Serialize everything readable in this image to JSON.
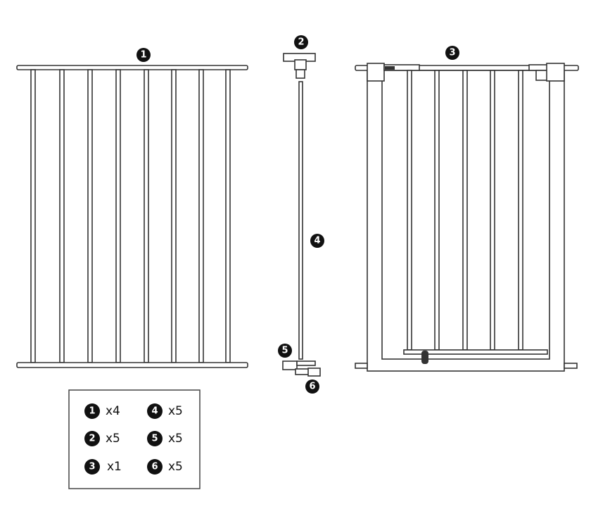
{
  "callouts": {
    "p1": "1",
    "p2": "2",
    "p3": "3",
    "p4": "4",
    "p5": "5",
    "p6": "6"
  },
  "legend": [
    {
      "num": "1",
      "qty": "x4"
    },
    {
      "num": "2",
      "qty": "x5"
    },
    {
      "num": "3",
      "qty": "x1"
    },
    {
      "num": "4",
      "qty": "x5"
    },
    {
      "num": "5",
      "qty": "x5"
    },
    {
      "num": "6",
      "qty": "x5"
    }
  ],
  "colors": {
    "line": "#333333",
    "badge": "#111111"
  }
}
